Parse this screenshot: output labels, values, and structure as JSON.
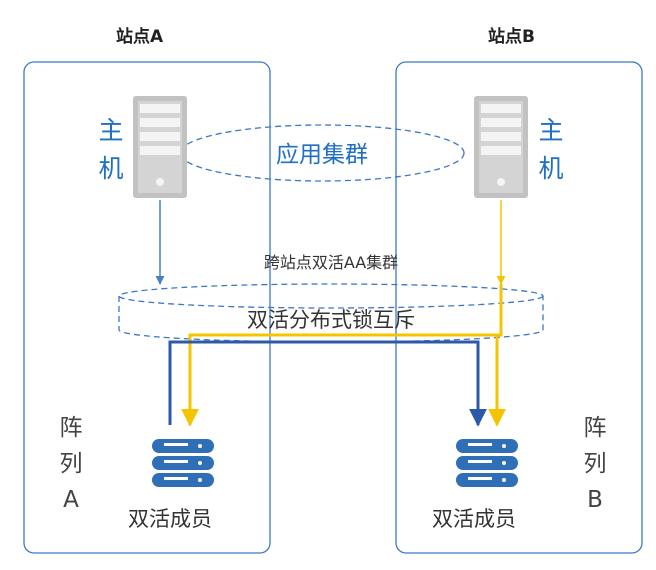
{
  "site_a": {
    "title": "站点A",
    "host": [
      "主",
      "机"
    ],
    "array": [
      "阵",
      "列",
      "A"
    ],
    "member": "双活成员"
  },
  "site_b": {
    "title": "站点B",
    "host": [
      "主",
      "机"
    ],
    "array": [
      "阵",
      "列",
      "B"
    ],
    "member": "双活成员"
  },
  "app_cluster": "应用集群",
  "cross_site_cluster": "跨站点双活AA集群",
  "distributed_lock": "双活分布式锁互斥",
  "colors": {
    "blue": "#2c5aa8",
    "yellow": "#f5c400",
    "frame": "#3c78c8",
    "icon": "#2f6fb8"
  }
}
